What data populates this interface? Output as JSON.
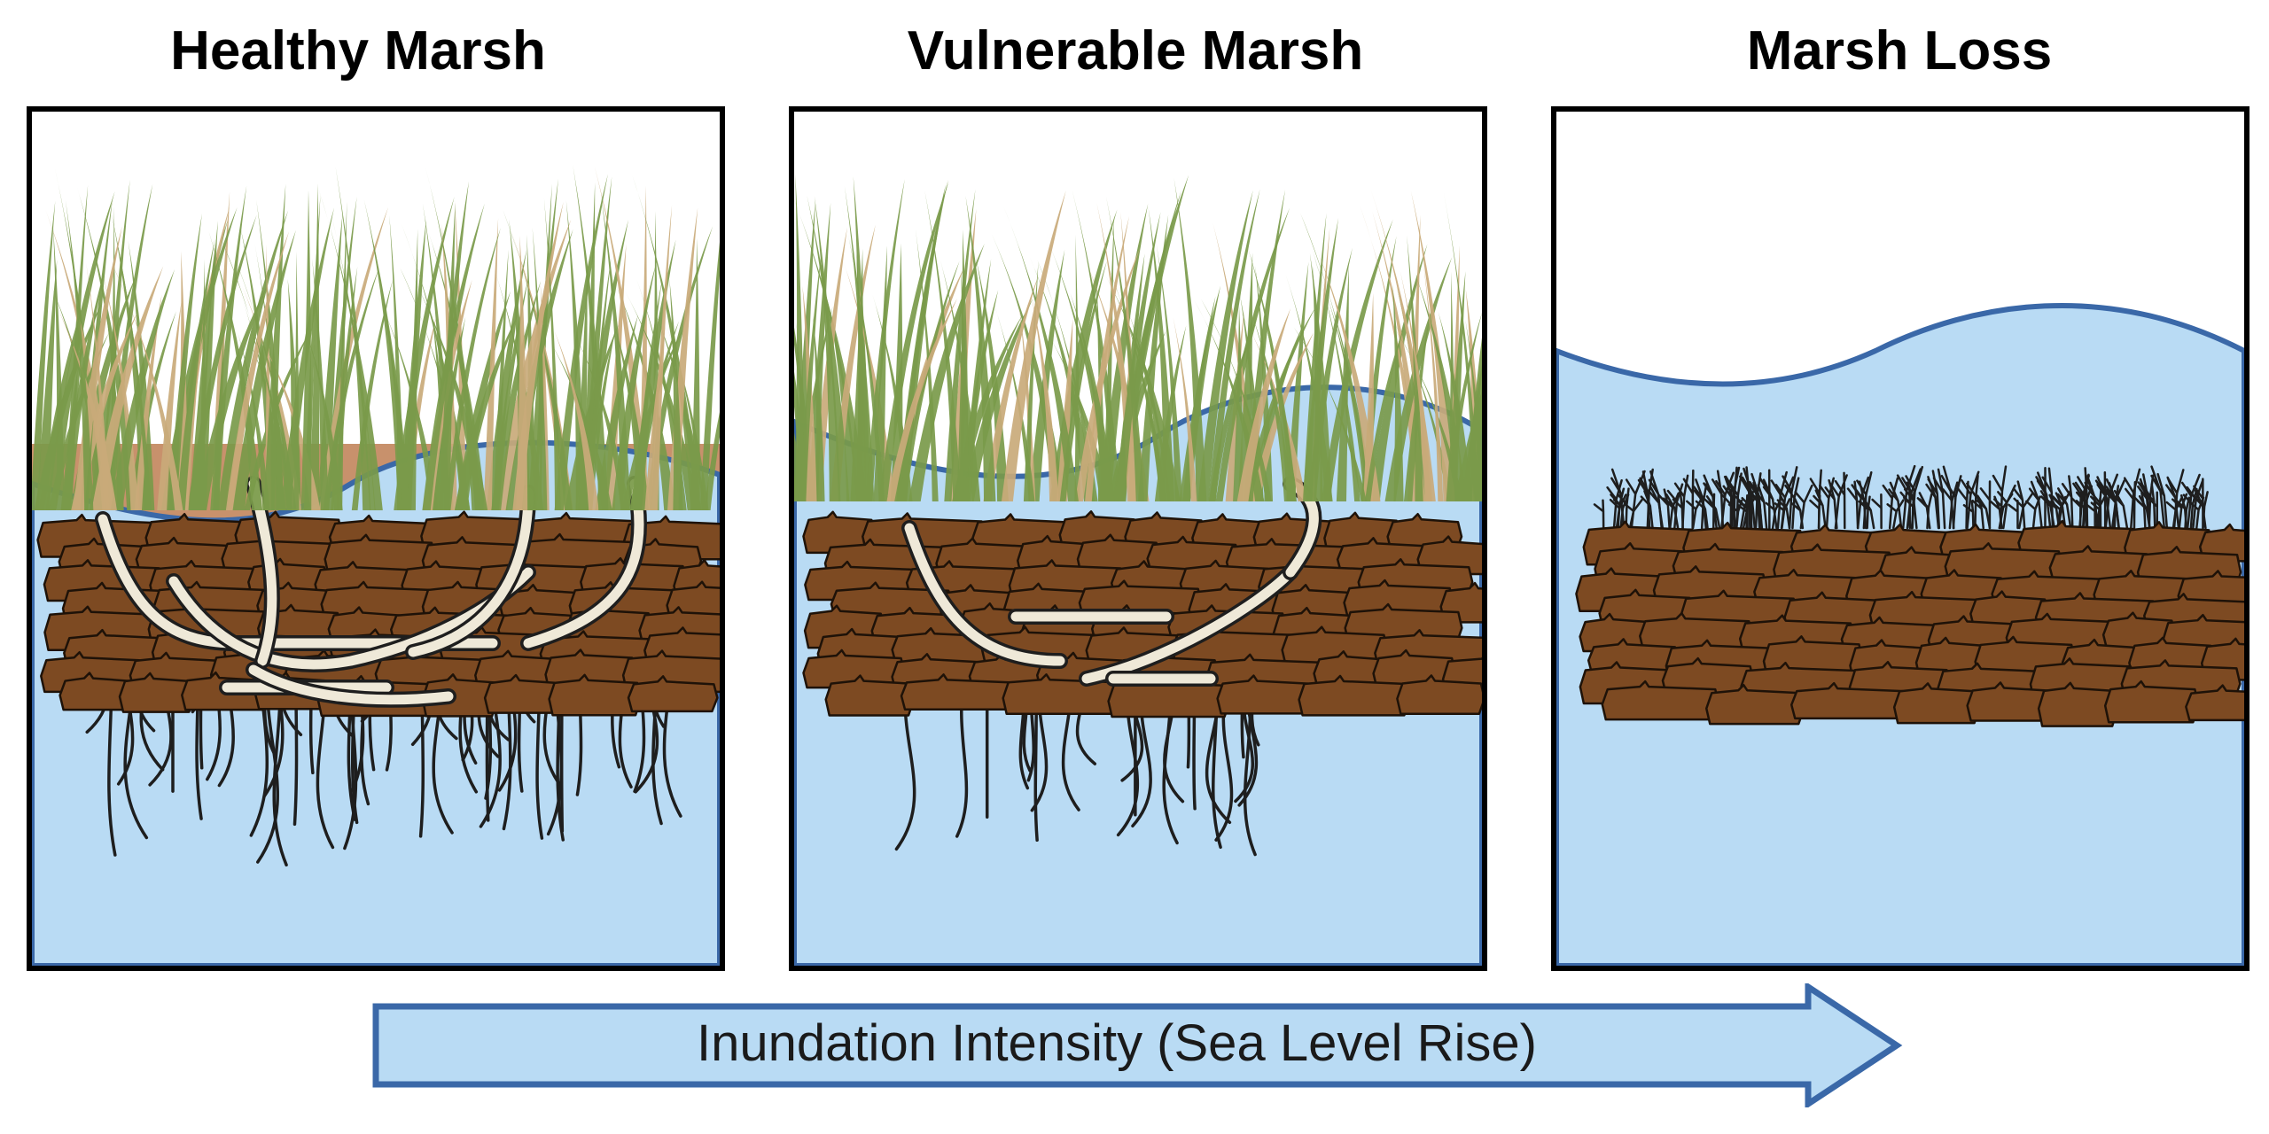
{
  "panels": [
    {
      "title": "Healthy Marsh"
    },
    {
      "title": "Vulnerable Marsh"
    },
    {
      "title": "Marsh Loss"
    }
  ],
  "arrow": {
    "label": "Inundation Intensity (Sea Level Rise)"
  },
  "colors": {
    "water": "#b9dbf4",
    "water_line": "#3a68a8",
    "peat": "#7d4a22",
    "sediment": "#c8916c",
    "grass_green": "#7a9a4a",
    "grass_tan": "#c9aa7a",
    "rhizome": "#efe9d8",
    "root": "#1e1e1e",
    "arrow_fill": "#b9dbf4",
    "arrow_stroke": "#3a68a8"
  },
  "icons": [
    "grass-tuft-icon",
    "peat-block-icon",
    "rhizome-icon",
    "root-icon",
    "water-wave-icon",
    "right-arrow-icon"
  ]
}
